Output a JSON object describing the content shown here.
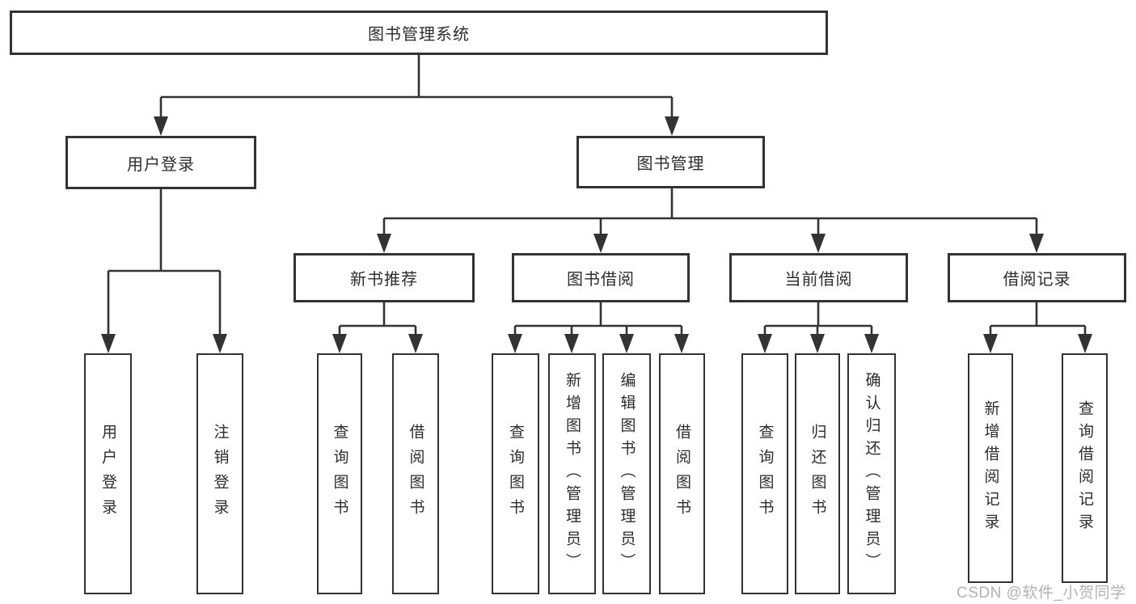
{
  "tree": {
    "root": {
      "label": "图书管理系统"
    },
    "login": {
      "label": "用户登录",
      "children": [
        {
          "label": "用户登录"
        },
        {
          "label": "注销登录"
        }
      ]
    },
    "manage": {
      "label": "图书管理",
      "sections": [
        {
          "label": "新书推荐",
          "children": [
            {
              "label": "查询图书"
            },
            {
              "label": "借阅图书"
            }
          ]
        },
        {
          "label": "图书借阅",
          "children": [
            {
              "label": "查询图书"
            },
            {
              "label": "新增图书（管理员）"
            },
            {
              "label": "编辑图书（管理员）"
            },
            {
              "label": "借阅图书"
            }
          ]
        },
        {
          "label": "当前借阅",
          "children": [
            {
              "label": "查询图书"
            },
            {
              "label": "归还图书"
            },
            {
              "label": "确认归还（管理员）"
            }
          ]
        },
        {
          "label": "借阅记录",
          "children": [
            {
              "label": "新增借阅记录"
            },
            {
              "label": "查询借阅记录"
            }
          ]
        }
      ]
    }
  },
  "watermark": {
    "text": "CSDN @软件_小贺同学"
  },
  "colors": {
    "line": "#333333",
    "text": "#2d2d2d",
    "box_fill": "#ffffff",
    "watermark": "#b2b2b2",
    "background": "#ffffff"
  }
}
